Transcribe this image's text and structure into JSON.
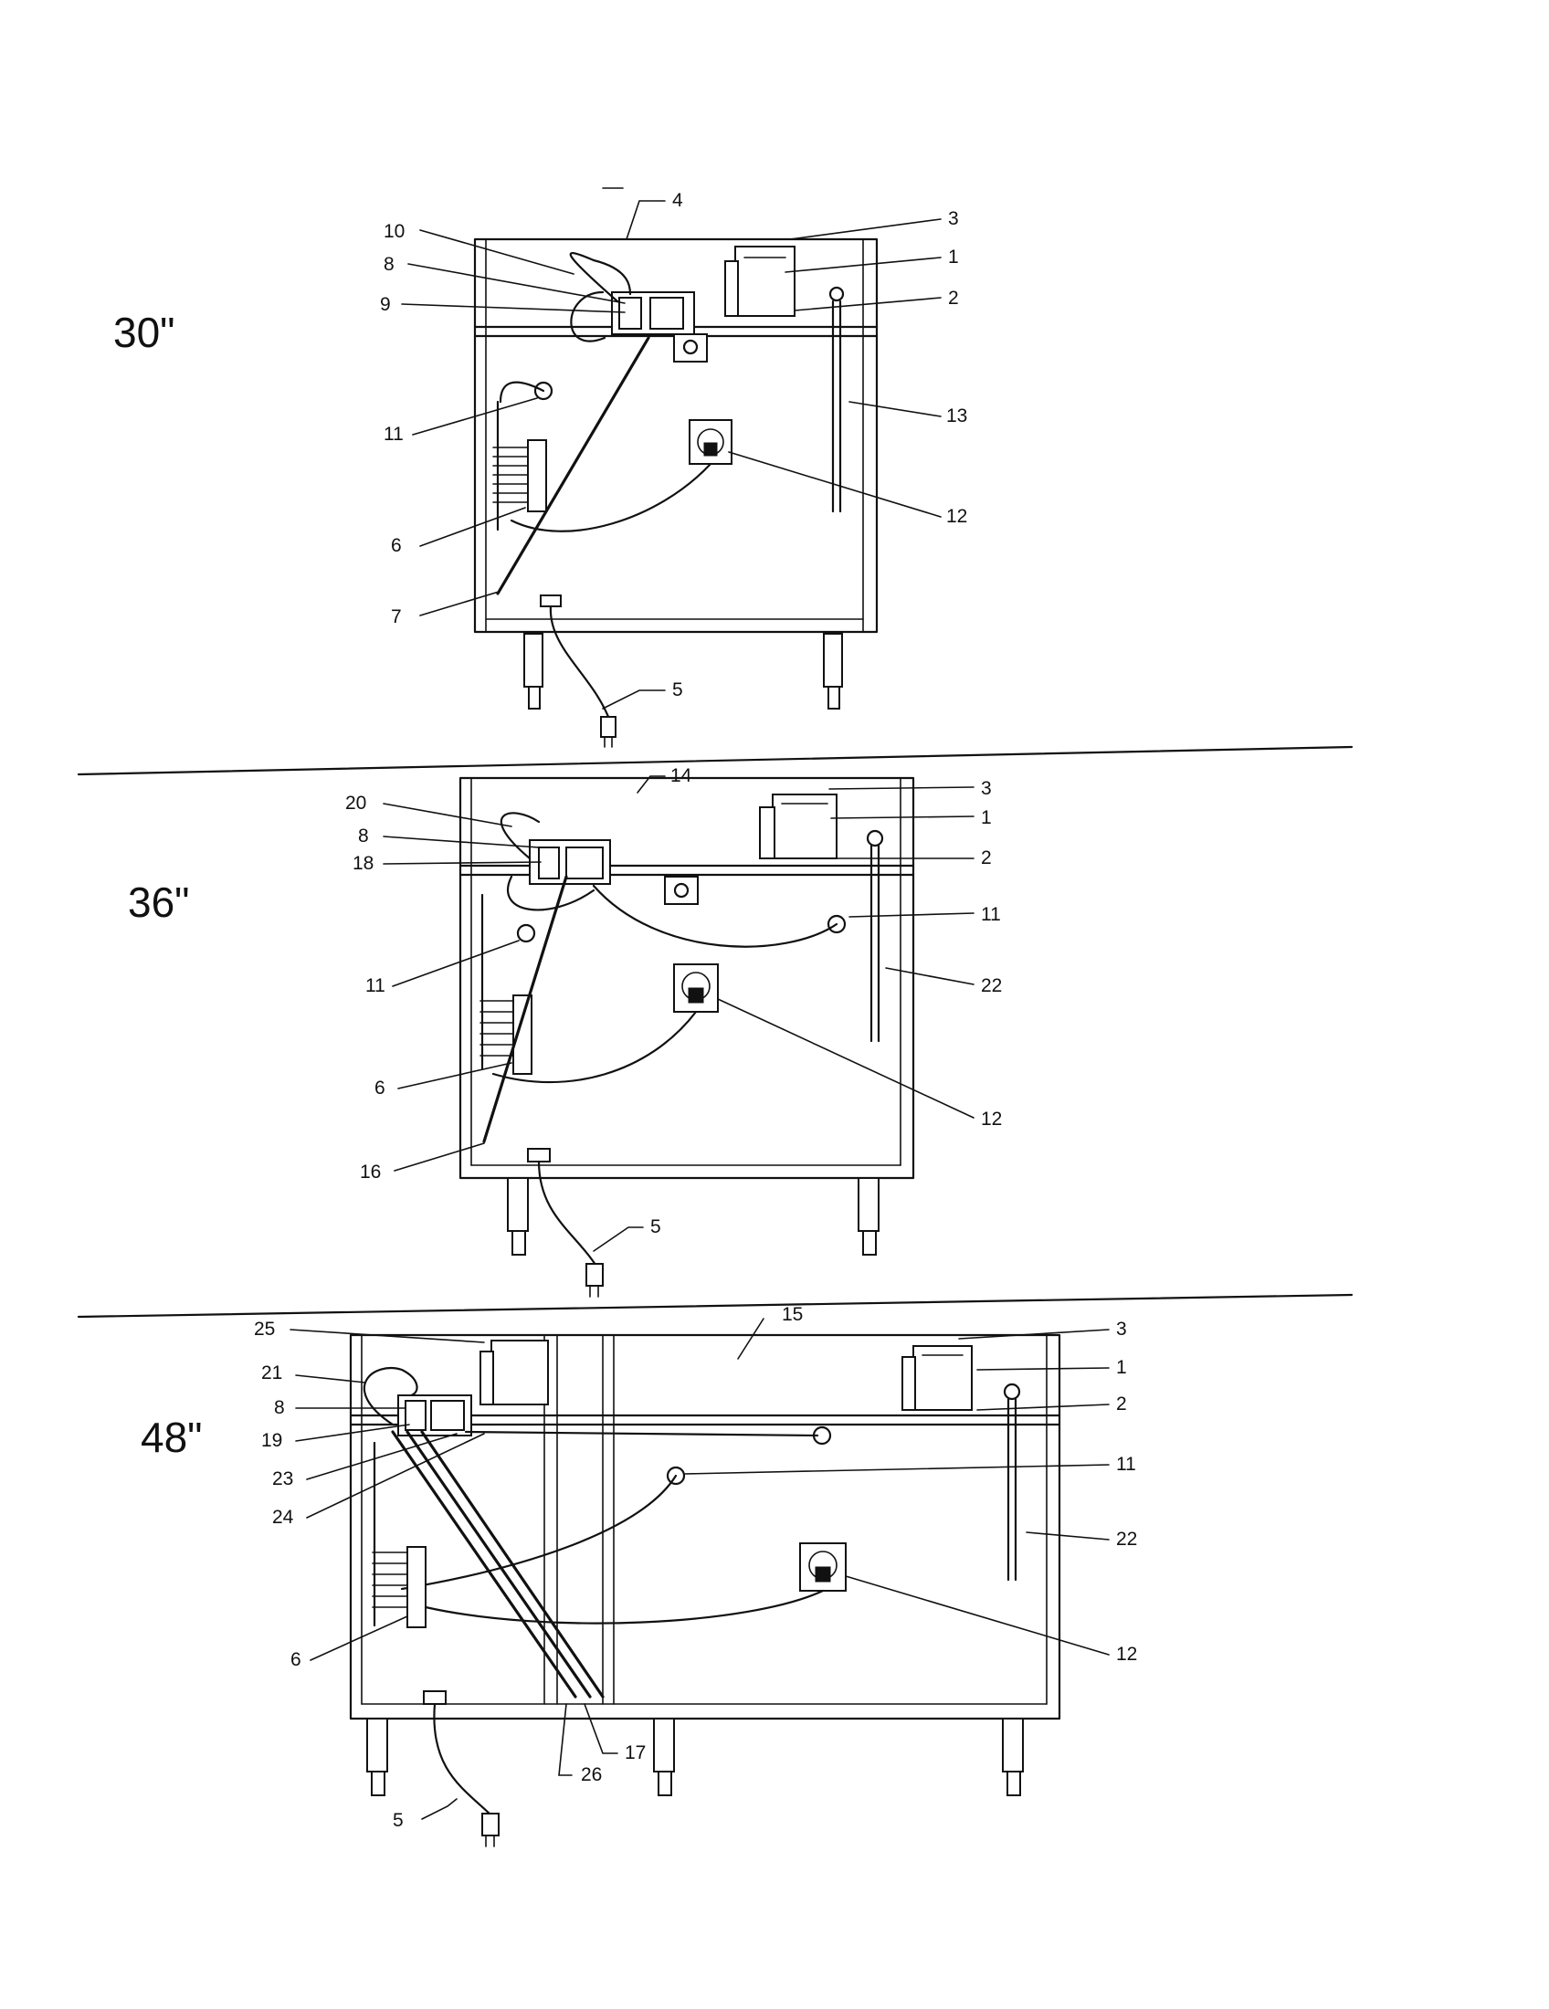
{
  "diagrams": [
    {
      "size_label": "30\"",
      "callouts": [
        "4",
        "3",
        "10",
        "1",
        "8",
        "9",
        "2",
        "11",
        "13",
        "12",
        "6",
        "7",
        "5"
      ]
    },
    {
      "size_label": "36\"",
      "callouts": [
        "14",
        "3",
        "20",
        "1",
        "8",
        "18",
        "2",
        "11",
        "11",
        "22",
        "12",
        "6",
        "16",
        "5"
      ]
    },
    {
      "size_label": "48\"",
      "callouts": [
        "15",
        "3",
        "25",
        "21",
        "1",
        "8",
        "2",
        "19",
        "23",
        "24",
        "11",
        "22",
        "12",
        "6",
        "17",
        "26",
        "5"
      ]
    }
  ]
}
